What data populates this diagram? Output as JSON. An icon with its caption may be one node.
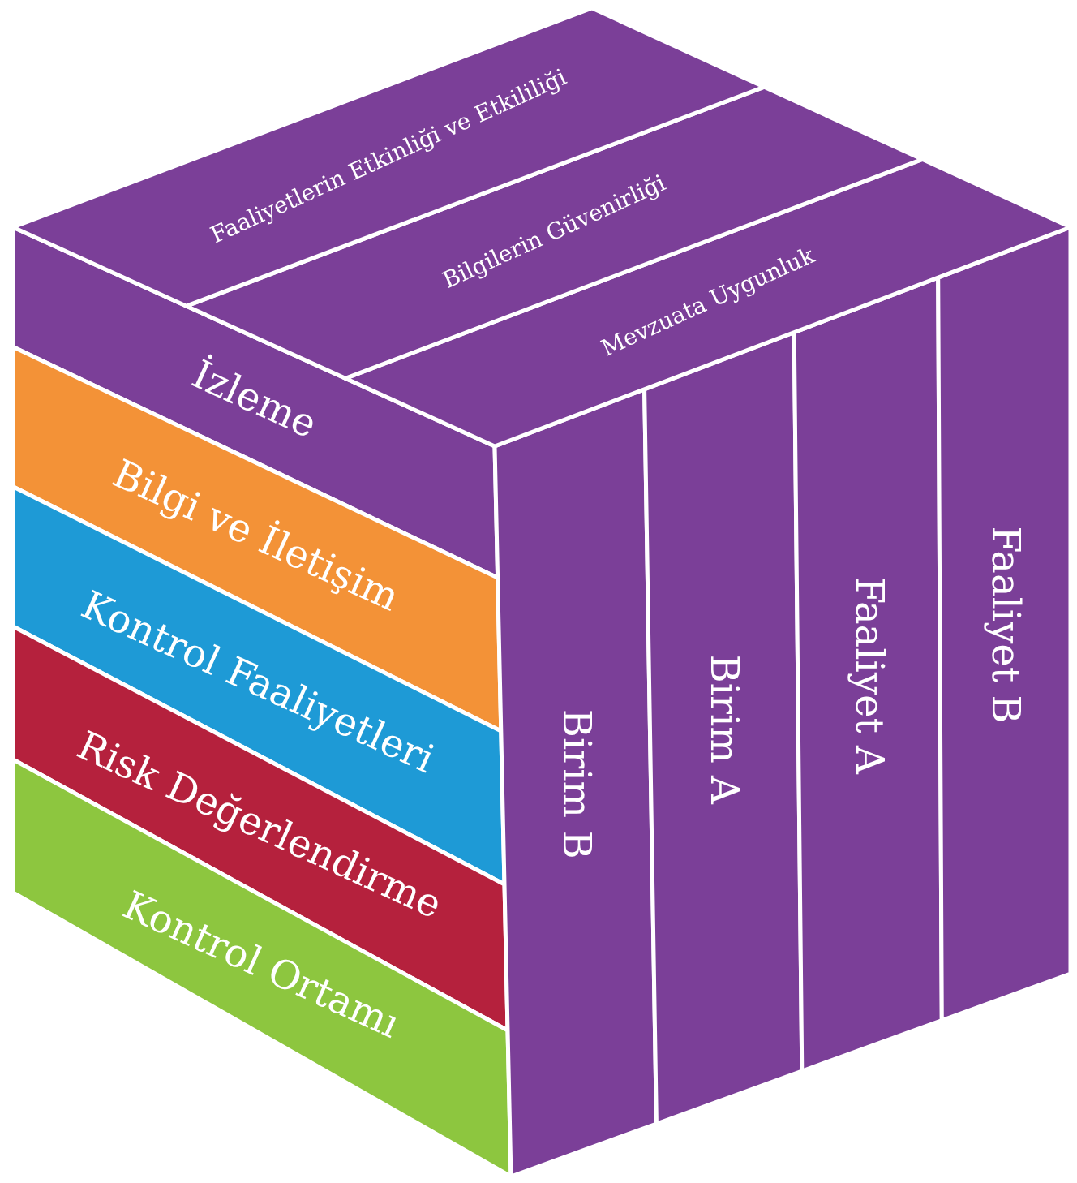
{
  "diagram": {
    "nodes": [
      {
        "text": [
          "Faaliyetlerin Etkinliği ve Etkililiği"
        ]
      },
      {
        "text": [
          "Bilgilerin Güvenirliği"
        ]
      },
      {
        "text": [
          "Mevzuata Uygunluk"
        ]
      },
      {
        "text": [
          "İzleme"
        ]
      },
      {
        "text": [
          "Bilgi ve İletişim"
        ]
      },
      {
        "text": [
          "Kontrol Faaliyetleri"
        ]
      },
      {
        "text": [
          "Risk Değerlendirme"
        ]
      },
      {
        "text": [
          "Kontrol Ortamı"
        ]
      },
      {
        "text": [
          "Birim B"
        ]
      },
      {
        "text": [
          "Birim A"
        ]
      },
      {
        "text": [
          "Faaliyet A"
        ]
      },
      {
        "text": [
          "Faaliyet B"
        ]
      }
    ]
  }
}
